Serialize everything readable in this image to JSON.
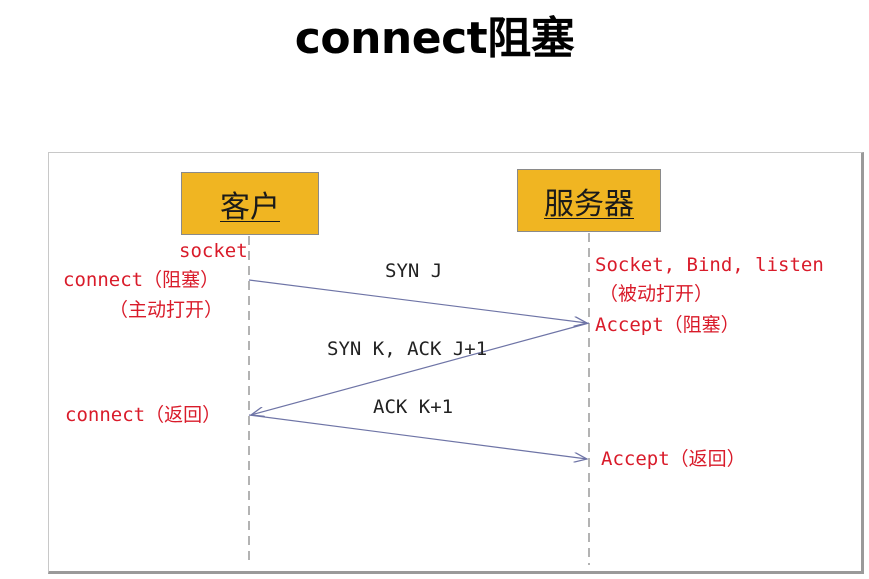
{
  "title": "connect阻塞",
  "actors": {
    "client": "客户",
    "server": "服务器"
  },
  "client_labels": {
    "socket": "socket",
    "connect_block": "connect（阻塞）",
    "active_open": "（主动打开）",
    "connect_return": "connect（返回）"
  },
  "server_labels": {
    "socket_bind_listen": "Socket, Bind, listen",
    "passive_open": "（被动打开）",
    "accept_block": "Accept（阻塞）",
    "accept_return": "Accept（返回）"
  },
  "messages": {
    "syn": "SYN J",
    "syn_ack": "SYN K, ACK J+1",
    "ack": "ACK K+1"
  },
  "colors": {
    "actor_fill": "#f0b522",
    "annotation": "#d91b2a",
    "arrow": "#6e74a6"
  }
}
